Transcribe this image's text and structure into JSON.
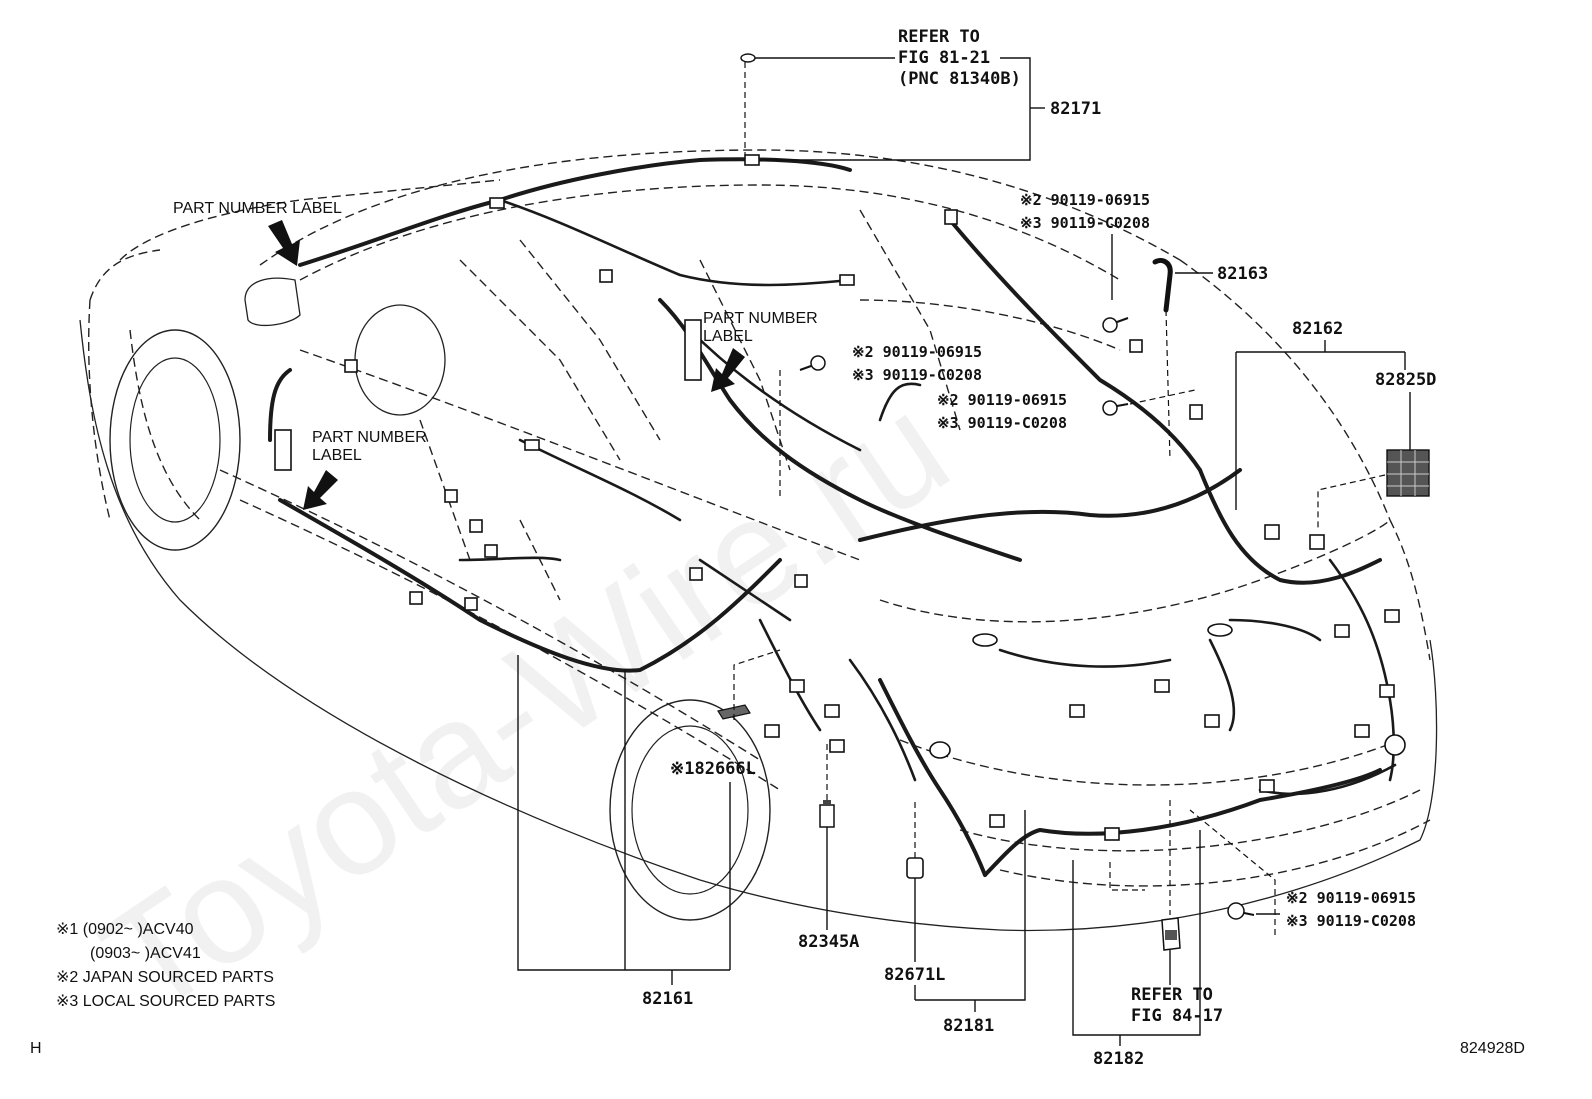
{
  "labels": {
    "refer_top_1": "REFER TO",
    "refer_top_2": "FIG 81-21",
    "refer_top_3": "(PNC 81340B)",
    "p82171": "82171",
    "part_label_1": "PART NUMBER LABEL",
    "part_label_2a": "PART NUMBER",
    "part_label_2b": "LABEL",
    "part_label_3a": "PART NUMBER",
    "part_label_3b": "LABEL",
    "bolt_a1": "※2 90119-06915",
    "bolt_a2": "※3 90119-C0208",
    "p82163": "82163",
    "bolt_b1": "※2 90119-06915",
    "bolt_b2": "※3 90119-C0208",
    "p82162": "82162",
    "p82825D": "82825D",
    "bolt_c1": "※2 90119-06915",
    "bolt_c2": "※3 90119-C0208",
    "p82666L": "※182666L",
    "p82345A": "82345A",
    "p82671L": "82671L",
    "p82161": "82161",
    "p82181": "82181",
    "p82182": "82182",
    "bolt_d1": "※2 90119-06915",
    "bolt_d2": "※3 90119-C0208",
    "refer_bottom_1": "REFER TO",
    "refer_bottom_2": "FIG 84-17",
    "note1a": "※1 (0902~        )ACV40",
    "note1b": "(0903~        )ACV41",
    "note2": "※2 JAPAN SOURCED PARTS",
    "note3": "※3 LOCAL SOURCED PARTS",
    "corner_left": "H",
    "corner_right": "824928D",
    "watermark": "Toyota-Wire.ru"
  }
}
